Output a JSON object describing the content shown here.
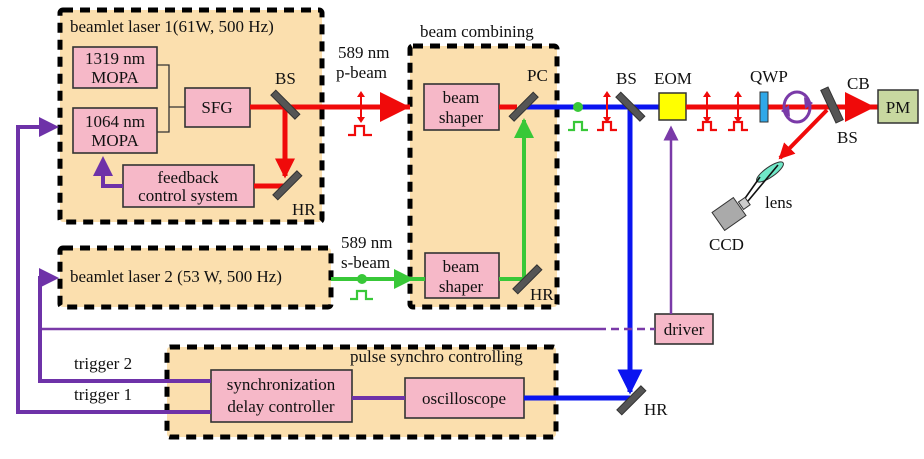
{
  "diagram": {
    "title": "",
    "groups": {
      "laser1": {
        "label": "beamlet laser 1(61W, 500 Hz)"
      },
      "laser2": {
        "label": "beamlet laser 2 (53 W, 500 Hz)"
      },
      "combining": {
        "label": "beam combining"
      },
      "sync": {
        "label": "pulse synchro controlling"
      }
    },
    "components": {
      "mopa1319": {
        "line1": "1319 nm",
        "line2": "MOPA"
      },
      "mopa1064": {
        "line1": "1064 nm",
        "line2": "MOPA"
      },
      "sfg": {
        "label": "SFG"
      },
      "feedback": {
        "line1": "feedback",
        "line2": "control system"
      },
      "shaper1": {
        "line1": "beam",
        "line2": "shaper"
      },
      "shaper2": {
        "line1": "beam",
        "line2": "shaper"
      },
      "sync_delay": {
        "line1": "synchronization",
        "line2": "delay controller"
      },
      "oscilloscope": {
        "label": "oscilloscope"
      },
      "driver": {
        "label": "driver"
      },
      "eom": {
        "label": "EOM"
      },
      "pm": {
        "label": "PM"
      },
      "qwp": {
        "label": "QWP"
      },
      "ccd": {
        "label": "CCD"
      },
      "lens": {
        "label": "lens"
      }
    },
    "optics_labels": {
      "bs1": "BS",
      "hr1": "HR",
      "pc": "PC",
      "hr2": "HR",
      "bs2": "BS",
      "bs3": "BS",
      "cb": "CB",
      "hr3": "HR"
    },
    "beam_labels": {
      "p_beam_1": "589 nm",
      "p_beam_2": "p-beam",
      "s_beam_1": "589 nm",
      "s_beam_2": "s-beam"
    },
    "signal_labels": {
      "trigger2": "trigger 2",
      "trigger1": "trigger 1"
    },
    "colors": {
      "p_beam": "#f00a0a",
      "s_beam": "#38c838",
      "combined_beam": "#0a14f0",
      "control_signal": "#6e32a8",
      "group_fill": "#fbdfae",
      "component_fill": "#f6b8c8",
      "eom_fill": "#ffff00",
      "pm_fill": "#c8d8a0",
      "qwp_fill": "#30a8e8",
      "lens_fill": "#70e8c8"
    }
  }
}
